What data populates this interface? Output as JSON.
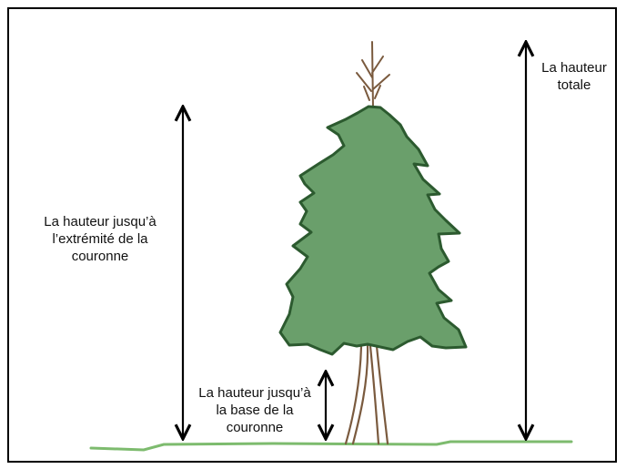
{
  "labels": {
    "total_height": "La hauteur\ntotale",
    "crown_tip_height": "La hauteur jusqu’à\nl’extrémité  de la\ncouronne",
    "crown_base_height": "La hauteur jusqu’à\nla base de la\ncouronne"
  },
  "colors": {
    "foliage": "#6a9f6b",
    "foliage_outline": "#2c5a2f",
    "trunk": "#7a5a3e",
    "ground": "#7dbb6e",
    "arrow": "#000000"
  }
}
